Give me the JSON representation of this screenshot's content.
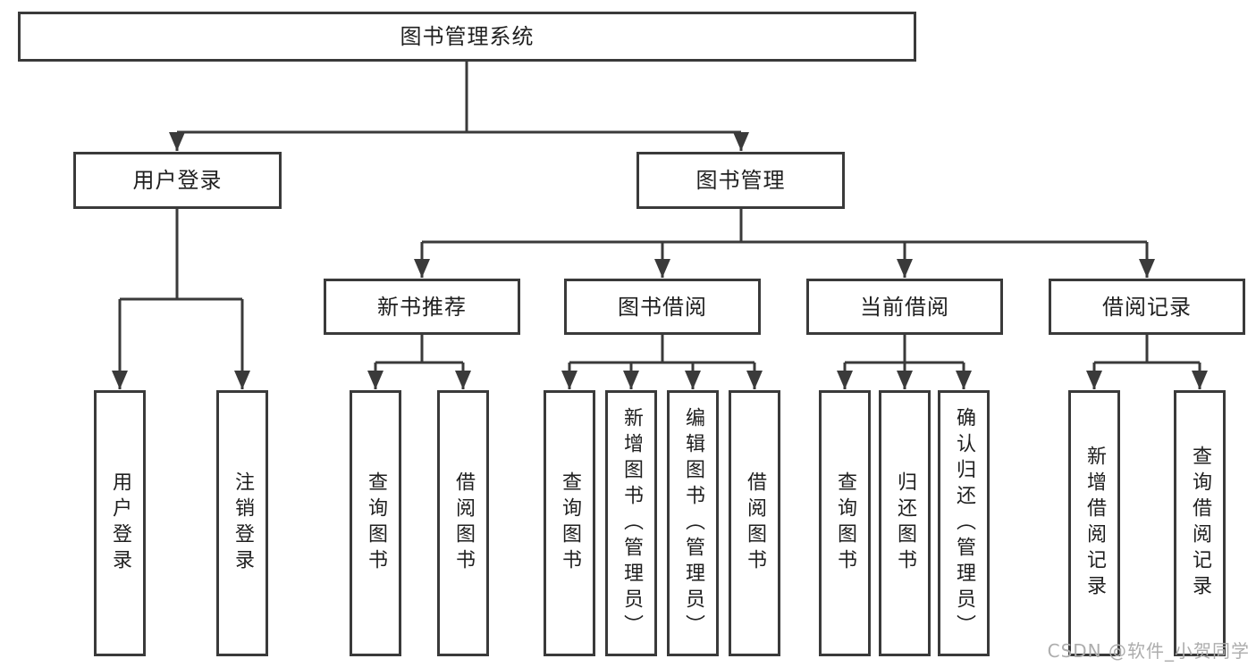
{
  "diagram": {
    "type": "tree",
    "root": {
      "label": "图书管理系统"
    },
    "level2": [
      {
        "id": "user-login",
        "label": "用户登录"
      },
      {
        "id": "book-management",
        "label": "图书管理"
      }
    ],
    "level3": [
      {
        "id": "new-book-recommend",
        "parent": "图书管理",
        "label": "新书推荐"
      },
      {
        "id": "book-borrowing",
        "parent": "图书管理",
        "label": "图书借阅"
      },
      {
        "id": "current-borrowing",
        "parent": "图书管理",
        "label": "当前借阅"
      },
      {
        "id": "borrowing-records",
        "parent": "图书管理",
        "label": "借阅记录"
      }
    ],
    "leaves": [
      {
        "id": "user-login-leaf",
        "parent": "用户登录",
        "label": "用户登录"
      },
      {
        "id": "logout",
        "parent": "用户登录",
        "label": "注销登录"
      },
      {
        "id": "query-books-recommend",
        "parent": "新书推荐",
        "label": "查询图书"
      },
      {
        "id": "borrow-books-recommend",
        "parent": "新书推荐",
        "label": "借阅图书"
      },
      {
        "id": "query-books-borrowing",
        "parent": "图书借阅",
        "label": "查询图书"
      },
      {
        "id": "add-book-admin",
        "parent": "图书借阅",
        "label": "新增图书（管理员）"
      },
      {
        "id": "edit-book-admin",
        "parent": "图书借阅",
        "label": "编辑图书（管理员）"
      },
      {
        "id": "borrow-books-borrowing",
        "parent": "图书借阅",
        "label": "借阅图书"
      },
      {
        "id": "query-books-current",
        "parent": "当前借阅",
        "label": "查询图书"
      },
      {
        "id": "return-book",
        "parent": "当前借阅",
        "label": "归还图书"
      },
      {
        "id": "confirm-return-admin",
        "parent": "当前借阅",
        "label": "确认归还（管理员）"
      },
      {
        "id": "add-borrow-record",
        "parent": "借阅记录",
        "label": "新增借阅记录"
      },
      {
        "id": "query-borrow-record",
        "parent": "借阅记录",
        "label": "查询借阅记录"
      }
    ]
  },
  "watermark": {
    "text": "CSDN @软件_小贺同学",
    "color": "#adadad"
  },
  "colors": {
    "line": "#3a3a3a",
    "box_border": "#3a3a3a",
    "text": "#1f1f1f",
    "background": "#ffffff"
  }
}
